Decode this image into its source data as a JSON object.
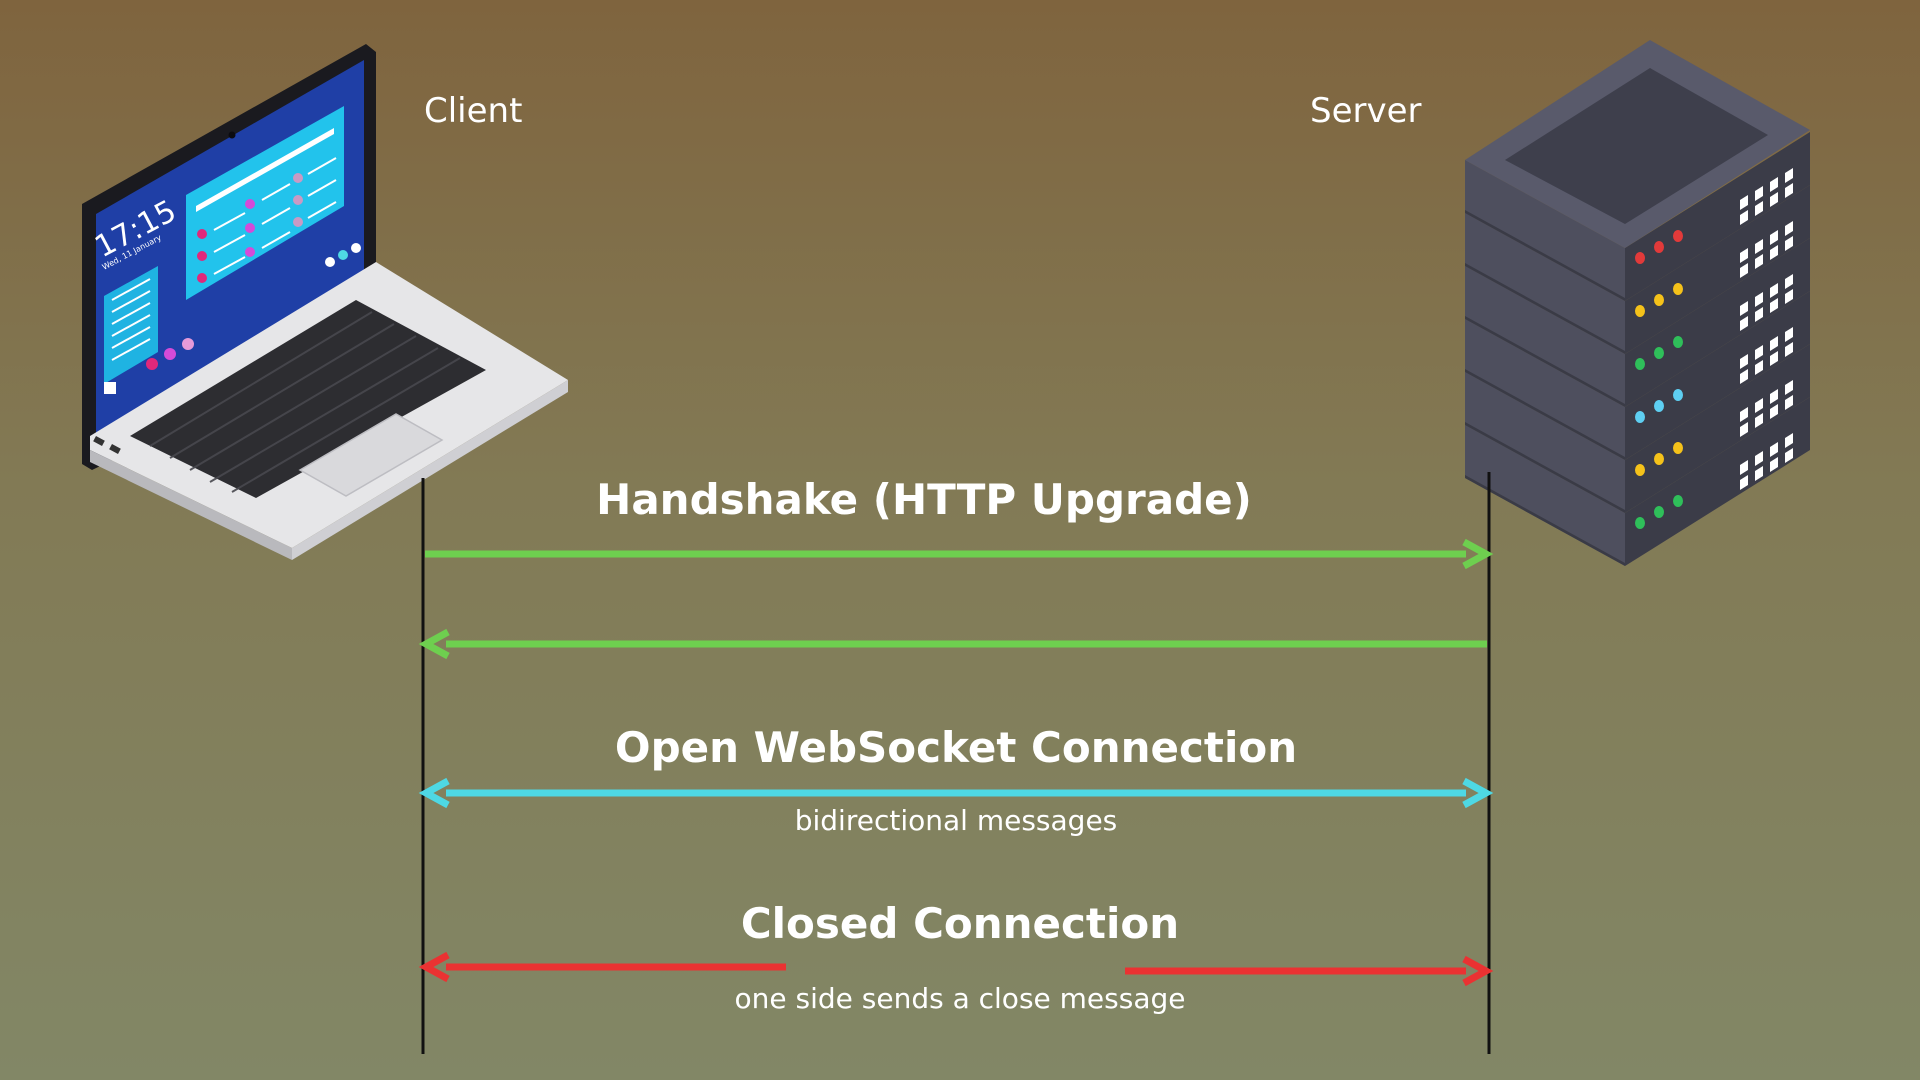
{
  "actors": {
    "client": {
      "label": "Client"
    },
    "server": {
      "label": "Server"
    }
  },
  "laptop_screen": {
    "time": "17:15",
    "date": "Wed, 11 January"
  },
  "phases": {
    "handshake": {
      "title": "Handshake (HTTP Upgrade)"
    },
    "open": {
      "title": "Open WebSocket Connection",
      "subtitle": "bidirectional messages"
    },
    "closed": {
      "title": "Closed Connection",
      "subtitle": "one side sends a close message"
    }
  },
  "colors": {
    "handshake_arrow": "#6ecf4f",
    "open_arrow": "#4ed8e4",
    "closed_arrow": "#ea3232",
    "lifeline": "#111111",
    "server_body": "#4a4b5a",
    "server_led_rows": [
      "#e23a3a",
      "#f5c21a",
      "#2fbf5a",
      "#5ecff2",
      "#f5c21a",
      "#2fbf5a"
    ]
  }
}
